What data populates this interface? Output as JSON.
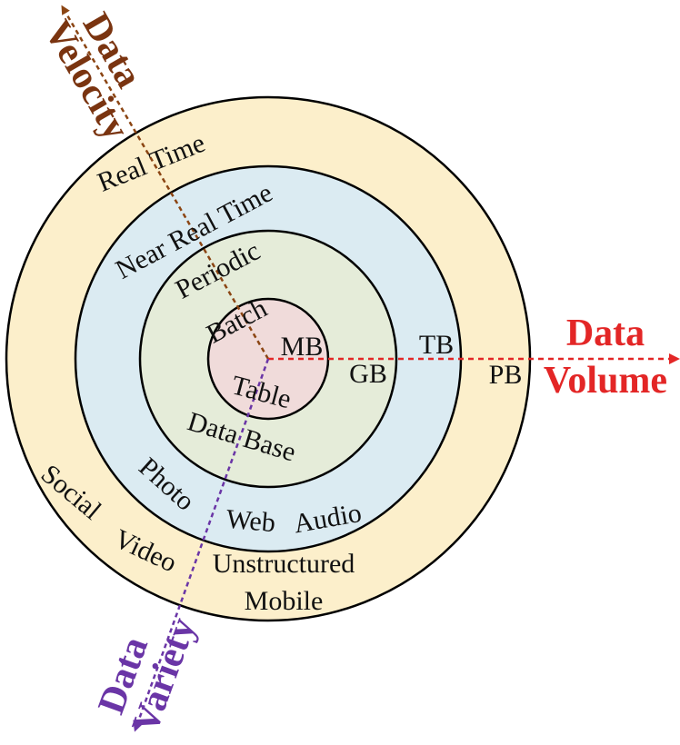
{
  "colors": {
    "outer_ring": "#fcefcb",
    "third_ring": "#dbebf2",
    "second_ring": "#e5ecd9",
    "core": "#f0dbda",
    "velocity": "#7a3410",
    "velocity_arrow": "#8b4513",
    "volume": "#e32626",
    "variety": "#6a35a6"
  },
  "axes": {
    "velocity": {
      "line1": "Data",
      "line2": "Velocity"
    },
    "volume": {
      "line1": "Data",
      "line2": "Volume"
    },
    "variety": {
      "line1": "Data",
      "line2": "Variety"
    }
  },
  "velocity_levels": {
    "l1": "Batch",
    "l2": "Periodic",
    "l3": "Near Real Time",
    "l4": "Real Time"
  },
  "volume_levels": {
    "l1": "MB",
    "l2": "GB",
    "l3": "TB",
    "l4": "PB"
  },
  "variety_levels": {
    "l1": "Table",
    "l2": "Data Base",
    "l3a": "Photo",
    "l3b": "Web",
    "l3c": "Audio",
    "l4a": "Social",
    "l4b": "Video",
    "l4c": "Unstructured",
    "l4d": "Mobile"
  }
}
